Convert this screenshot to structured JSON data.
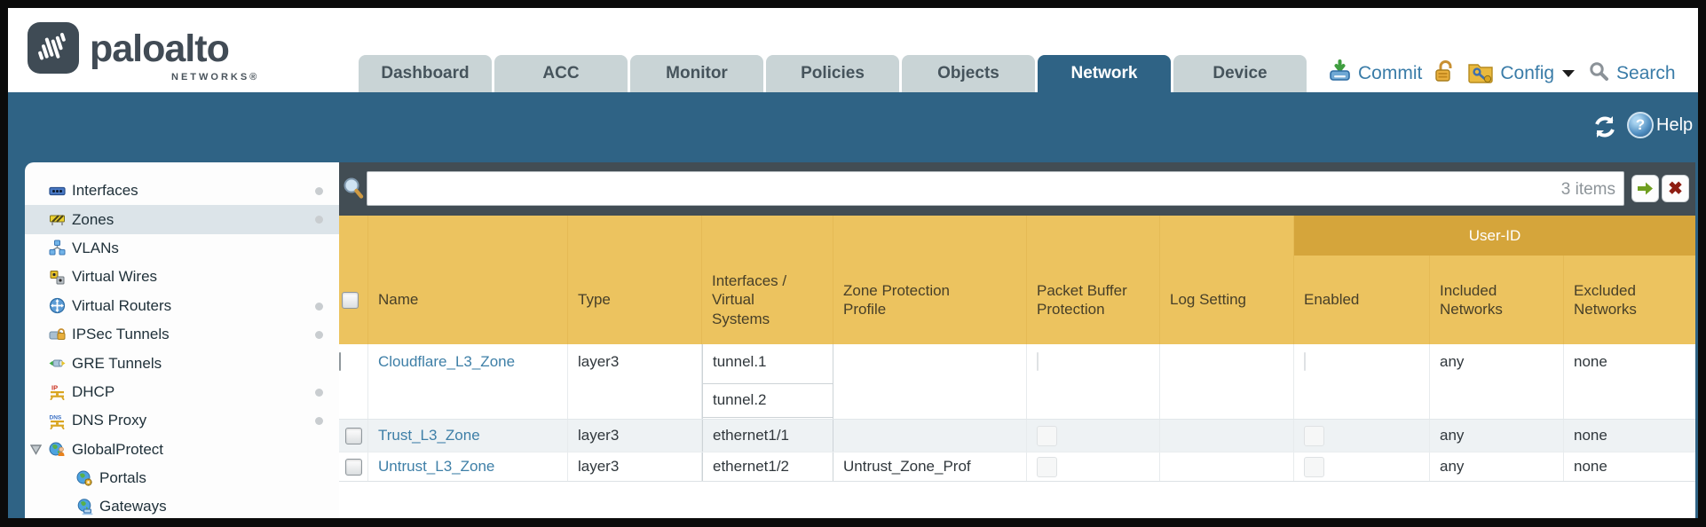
{
  "brand": {
    "name": "paloalto",
    "sub": "NETWORKS®"
  },
  "nav_tabs": [
    {
      "label": "Dashboard",
      "active": false
    },
    {
      "label": "ACC",
      "active": false
    },
    {
      "label": "Monitor",
      "active": false
    },
    {
      "label": "Policies",
      "active": false
    },
    {
      "label": "Objects",
      "active": false
    },
    {
      "label": "Network",
      "active": true
    },
    {
      "label": "Device",
      "active": false
    }
  ],
  "actions": {
    "commit": "Commit",
    "config": "Config",
    "search": "Search"
  },
  "subheader": {
    "help": "Help"
  },
  "sidebar": {
    "items": [
      {
        "label": "Interfaces",
        "icon": "interfaces-icon",
        "selected": false,
        "dot": true
      },
      {
        "label": "Zones",
        "icon": "zones-icon",
        "selected": true,
        "dot": true
      },
      {
        "label": "VLANs",
        "icon": "vlans-icon",
        "selected": false,
        "dot": false
      },
      {
        "label": "Virtual Wires",
        "icon": "virtual-wires-icon",
        "selected": false,
        "dot": false
      },
      {
        "label": "Virtual Routers",
        "icon": "virtual-routers-icon",
        "selected": false,
        "dot": true
      },
      {
        "label": "IPSec Tunnels",
        "icon": "ipsec-tunnels-icon",
        "selected": false,
        "dot": true
      },
      {
        "label": "GRE Tunnels",
        "icon": "gre-tunnels-icon",
        "selected": false,
        "dot": false
      },
      {
        "label": "DHCP",
        "icon": "dhcp-icon",
        "selected": false,
        "dot": true
      },
      {
        "label": "DNS Proxy",
        "icon": "dns-proxy-icon",
        "selected": false,
        "dot": true
      },
      {
        "label": "GlobalProtect",
        "icon": "globalprotect-icon",
        "selected": false,
        "dot": false,
        "expanded": true
      },
      {
        "label": "Portals",
        "icon": "portals-icon",
        "selected": false,
        "dot": false,
        "child": true
      },
      {
        "label": "Gateways",
        "icon": "gateways-icon",
        "selected": false,
        "dot": false,
        "child": true
      }
    ]
  },
  "filter": {
    "value": "",
    "count": "3 items"
  },
  "table": {
    "group_header": "User-ID",
    "columns": [
      "Name",
      "Type",
      "Interfaces / Virtual Systems",
      "Zone Protection Profile",
      "Packet Buffer Protection",
      "Log Setting",
      "Enabled",
      "Included Networks",
      "Excluded Networks"
    ],
    "rows": [
      {
        "name": "Cloudflare_L3_Zone",
        "type": "layer3",
        "interfaces": [
          "tunnel.1",
          "tunnel.2"
        ],
        "zone_protection_profile": "",
        "log_setting": "",
        "included_networks": "any",
        "excluded_networks": "none"
      },
      {
        "name": "Trust_L3_Zone",
        "type": "layer3",
        "interfaces": [
          "ethernet1/1"
        ],
        "zone_protection_profile": "",
        "log_setting": "",
        "included_networks": "any",
        "excluded_networks": "none"
      },
      {
        "name": "Untrust_L3_Zone",
        "type": "layer3",
        "interfaces": [
          "ethernet1/2"
        ],
        "zone_protection_profile": "Untrust_Zone_Prof",
        "log_setting": "",
        "included_networks": "any",
        "excluded_networks": "none"
      }
    ]
  },
  "colors": {
    "teal": "#2f6385",
    "amber": "#ecc35f",
    "amber_dark": "#d5a53b",
    "charcoal": "#424d54",
    "link": "#3e7fa7",
    "tab_inactive": "#c9d4d6",
    "selected_nav": "#dce4e9"
  }
}
